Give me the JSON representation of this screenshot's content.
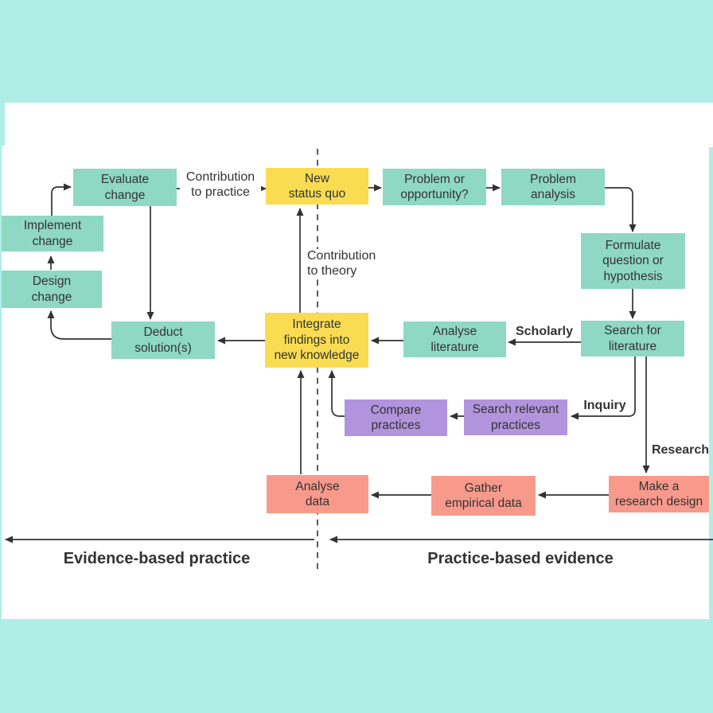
{
  "diagram": {
    "colors": {
      "bg": "#afeee7",
      "page": "#ffffff",
      "teal": "#8fd8c3",
      "yellow": "#fadc52",
      "purple": "#b294dc",
      "salmon": "#f79a8c",
      "line": "#333333",
      "text": "#333333"
    },
    "nodes": {
      "evaluate_change": {
        "label": "Evaluate\nchange",
        "color": "teal"
      },
      "implement_change": {
        "label": "Implement\nchange",
        "color": "teal"
      },
      "design_change": {
        "label": "Design\nchange",
        "color": "teal"
      },
      "deduct_solutions": {
        "label": "Deduct\nsolution(s)",
        "color": "teal"
      },
      "new_status_quo": {
        "label": "New\nstatus quo",
        "color": "yellow"
      },
      "problem_opportunity": {
        "label": "Problem or\nopportunity?",
        "color": "teal"
      },
      "problem_analysis": {
        "label": "Problem\nanalysis",
        "color": "teal"
      },
      "formulate_question": {
        "label": "Formulate\nquestion or\nhypothesis",
        "color": "teal"
      },
      "search_literature": {
        "label": "Search for\nliterature",
        "color": "teal"
      },
      "analyse_literature": {
        "label": "Analyse\nliterature",
        "color": "teal"
      },
      "integrate_findings": {
        "label": "Integrate\nfindings into\nnew knowledge",
        "color": "yellow"
      },
      "compare_practices": {
        "label": "Compare\npractices",
        "color": "purple"
      },
      "search_relevant": {
        "label": "Search relevant\npractices",
        "color": "purple"
      },
      "analyse_data": {
        "label": "Analyse\ndata",
        "color": "salmon"
      },
      "gather_empirical": {
        "label": "Gather\nempirical data",
        "color": "salmon"
      },
      "make_research_design": {
        "label": "Make a\nresearch design",
        "color": "salmon"
      }
    },
    "edge_labels": {
      "contribution_to_practice": "Contribution\nto practice",
      "contribution_to_theory": "Contribution\nto theory",
      "scholarly": "Scholarly",
      "inquiry": "Inquiry",
      "research": "Research"
    },
    "axis": {
      "left_label": "Evidence-based practice",
      "right_label": "Practice-based evidence"
    }
  }
}
